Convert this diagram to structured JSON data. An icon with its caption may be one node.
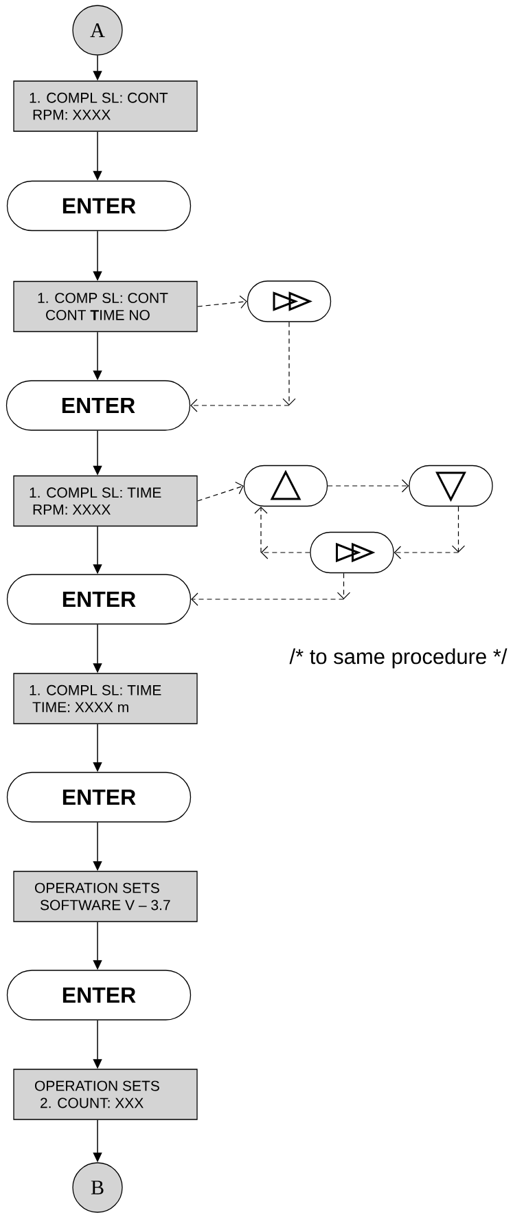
{
  "diagram": {
    "nodes": [
      {
        "text": [
          "A"
        ]
      },
      {
        "text": [
          "1. COMPL SL: CONT",
          "RPM: XXXX"
        ]
      },
      {
        "text": [
          "ENTER"
        ]
      },
      {
        "text": [
          "1. COMP SL: CONT",
          "CONT **T**IME NO"
        ]
      },
      {
        "text": [],
        "shape": "box"
      },
      {
        "text": [
          "ENTER"
        ]
      },
      {
        "text": [
          "1. COMPL SL: TIME",
          "RPM: XXXX"
        ]
      },
      {
        "text": [],
        "shape": "box"
      },
      {
        "text": [],
        "shape": "box"
      },
      {
        "text": [],
        "shape": "box"
      },
      {
        "text": [
          "ENTER"
        ]
      },
      {
        "text": [
          "1. COMPL SL: TIME",
          "TIME: XXXX m"
        ]
      },
      {
        "text": [
          "ENTER"
        ]
      },
      {
        "text": [
          "OPERATION SETS",
          "SOFTWARE V – 3.7"
        ]
      },
      {
        "text": [
          "ENTER"
        ]
      },
      {
        "text": [
          "OPERATION SETS",
          "2. COUNT: XXX"
        ]
      },
      {
        "text": [
          "B"
        ]
      }
    ],
    "edges": [
      {
        "from": 0,
        "to": 1,
        "arrow": "to"
      },
      {
        "from": 1,
        "to": 2,
        "arrow": "to"
      },
      {
        "from": 2,
        "to": 3,
        "arrow": "to"
      },
      {
        "from": 3,
        "to": 5,
        "arrow": "to"
      },
      {
        "from": 3,
        "to": 4,
        "arrow": "to",
        "style": "dashed"
      },
      {
        "from": 4,
        "to": 5,
        "arrow": "to",
        "style": "dashed"
      },
      {
        "from": 5,
        "to": 6,
        "arrow": "to"
      },
      {
        "from": 6,
        "to": 10,
        "arrow": "to"
      },
      {
        "from": 6,
        "to": 7,
        "arrow": "to",
        "style": "dashed"
      },
      {
        "from": 7,
        "to": 8,
        "arrow": "to",
        "style": "dashed"
      },
      {
        "from": 8,
        "to": 9,
        "arrow": "to",
        "style": "dashed"
      },
      {
        "from": 9,
        "to": 7,
        "arrow": "to",
        "style": "dashed"
      },
      {
        "from": 9,
        "to": 10,
        "arrow": "to",
        "style": "dashed"
      },
      {
        "from": 10,
        "to": 11,
        "arrow": "to"
      },
      {
        "from": 11,
        "to": 12,
        "arrow": "to"
      },
      {
        "from": 12,
        "to": 13,
        "arrow": "to"
      },
      {
        "from": 13,
        "to": 14,
        "arrow": "to"
      },
      {
        "from": 14,
        "to": 15,
        "arrow": "to"
      },
      {
        "from": 15,
        "to": 16,
        "arrow": "to"
      }
    ],
    "labels": [
      "/* to same procedure */"
    ]
  }
}
